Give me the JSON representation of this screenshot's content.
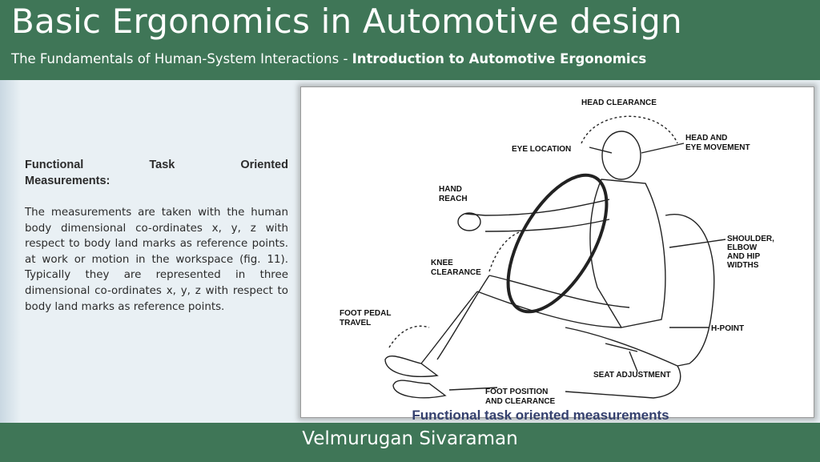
{
  "header": {
    "title": "Basic Ergonomics in Automotive design",
    "subtitle_plain": "The Fundamentals of Human-System Interactions - ",
    "subtitle_bold": "Introduction to Automotive Ergonomics"
  },
  "content": {
    "heading_word1": "Functional",
    "heading_word2": "Task",
    "heading_word3": "Oriented",
    "heading_line2": "Measurements:",
    "paragraph": "The measurements are taken with the human body dimensional co-ordinates x, y, z with respect to body land marks as reference points.  at work or motion in the workspace (fig. 11). Typically they are represented in three dimensional co-ordinates x, y, z with respect to body land marks as reference points."
  },
  "figure": {
    "labels": {
      "head_clearance": "HEAD CLEARANCE",
      "eye_location": "EYE LOCATION",
      "head_eye_1": "HEAD AND",
      "head_eye_2": "EYE MOVEMENT",
      "hand_reach_1": "HAND",
      "hand_reach_2": "REACH",
      "shoulder_1": "SHOULDER,",
      "shoulder_2": "ELBOW",
      "shoulder_3": "AND HIP",
      "shoulder_4": "WIDTHS",
      "knee_1": "KNEE",
      "knee_2": "CLEARANCE",
      "foot_pedal_1": "FOOT PEDAL",
      "foot_pedal_2": "TRAVEL",
      "h_point": "H-POINT",
      "seat_adjustment": "SEAT ADJUSTMENT",
      "foot_position_1": "FOOT POSITION",
      "foot_position_2": "AND CLEARANCE"
    },
    "caption": "Functional task oriented measurements"
  },
  "footer": {
    "author": "Velmurugan Sivaraman"
  }
}
